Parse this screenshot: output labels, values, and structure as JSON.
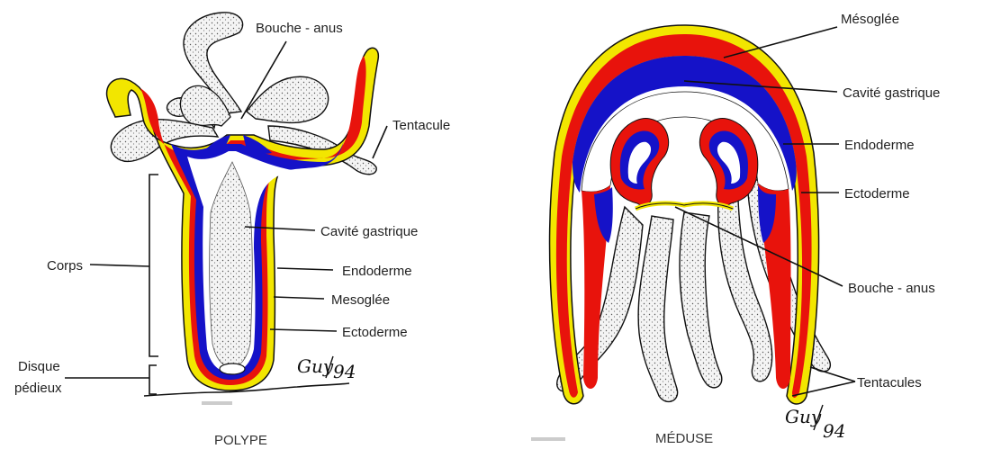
{
  "colors": {
    "ectoderm": "#f2e600",
    "mesoglea": "#e8130c",
    "endoderm": "#1512c8",
    "tentacle_fill": "#f3f3f3",
    "outline": "#111111"
  },
  "polype": {
    "caption": "POLYPE",
    "labels": {
      "mouth": "Bouche - anus",
      "tentacle": "Tentacule",
      "cavity": "Cavité gastrique",
      "endoderm": "Endoderme",
      "mesoglea": "Mesoglée",
      "ectoderm": "Ectoderme",
      "body": "Corps",
      "disc_line1": "Disque",
      "disc_line2": "pédieux"
    },
    "signature_name": "Guy",
    "signature_year": "94"
  },
  "meduse": {
    "caption": "MÉDUSE",
    "labels": {
      "mesoglea": "Mésoglée",
      "cavity": "Cavité gastrique",
      "endoderm": "Endoderme",
      "ectoderm": "Ectoderme",
      "mouth": "Bouche - anus",
      "tentacles": "Tentacules"
    },
    "signature_name": "Guy",
    "signature_year": "94"
  }
}
